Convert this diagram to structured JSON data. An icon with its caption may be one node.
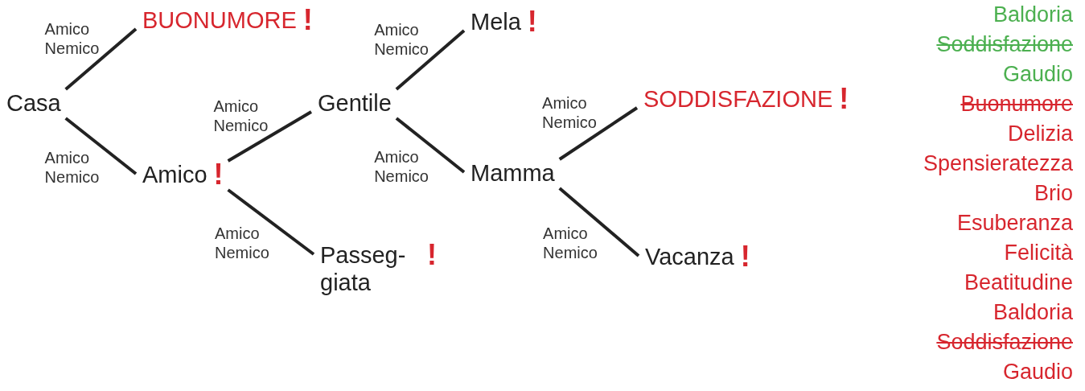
{
  "diagram": {
    "nodes": [
      {
        "text": [
          "Casa"
        ]
      },
      {
        "text": [
          "BUONUMORE"
        ],
        "beside": [
          "!"
        ]
      },
      {
        "text": [
          "Amico"
        ],
        "beside": [
          "!"
        ]
      },
      {
        "text": [
          "Gentile"
        ]
      },
      {
        "text": [
          "Passeg- giata"
        ],
        "beside": [
          "!"
        ]
      },
      {
        "text": [
          "Mela"
        ],
        "beside": [
          "!"
        ]
      },
      {
        "text": [
          "Mamma"
        ]
      },
      {
        "text": [
          "SODDISFAZIONE"
        ],
        "beside": [
          "!"
        ]
      },
      {
        "text": [
          "Vacanza"
        ],
        "beside": [
          "!"
        ]
      }
    ],
    "edges": [
      {
        "from": 0,
        "to": 1,
        "arrow": "none",
        "label": "Amico Nemico"
      },
      {
        "from": 0,
        "to": 2,
        "arrow": "none",
        "label": "Amico Nemico"
      },
      {
        "from": 2,
        "to": 3,
        "arrow": "none",
        "label": "Amico Nemico"
      },
      {
        "from": 2,
        "to": 4,
        "arrow": "none",
        "label": "Amico Nemico"
      },
      {
        "from": 3,
        "to": 5,
        "arrow": "none",
        "label": "Amico Nemico"
      },
      {
        "from": 3,
        "to": 6,
        "arrow": "none",
        "label": "Amico Nemico"
      },
      {
        "from": 6,
        "to": 7,
        "arrow": "none",
        "label": "Amico Nemico"
      },
      {
        "from": 6,
        "to": 8,
        "arrow": "none",
        "label": "Amico Nemico"
      }
    ],
    "labels": [
      "Baldoria",
      "Soddisfazione",
      "Gaudio",
      "Buonumore",
      "Delizia",
      "Spensieratezza",
      "Brio",
      "Esuberanza",
      "Felicità",
      "Beatitudine",
      "Baldoria",
      "Soddisfazione",
      "Gaudio"
    ]
  }
}
